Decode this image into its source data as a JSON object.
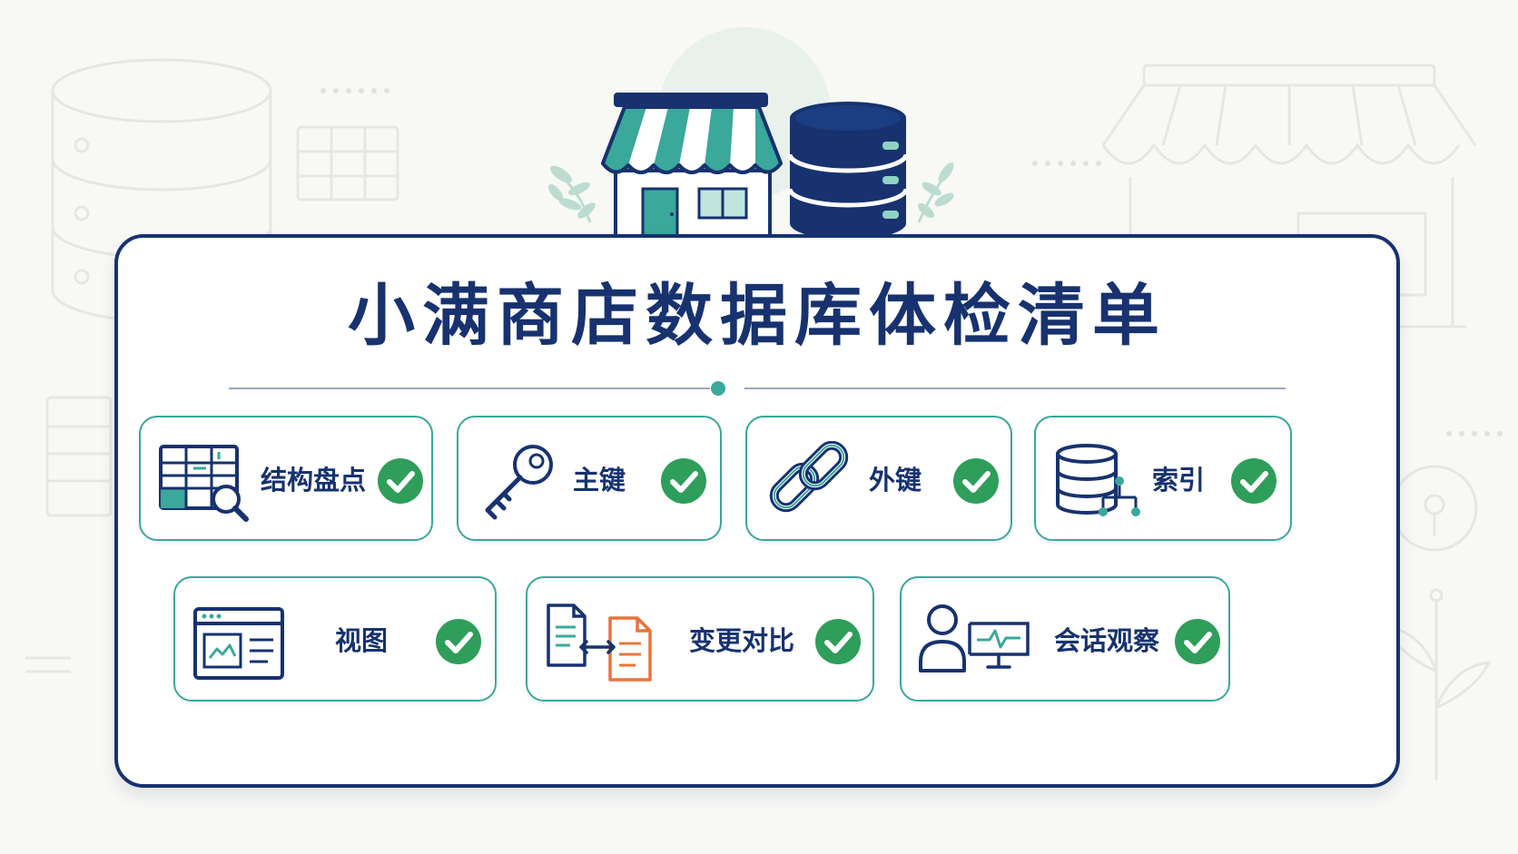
{
  "title": "小满商店数据库体检清单",
  "colors": {
    "navy": "#17326f",
    "teal": "#3aa89a",
    "check_green": "#2e9e5a",
    "orange": "#e8743b",
    "background": "#f8f8f5"
  },
  "header_illustration": {
    "icons": [
      "storefront-icon",
      "database-icon",
      "leaf-sprig-icon"
    ]
  },
  "checklist": [
    {
      "label": "结构盘点",
      "icon": "table-search-icon",
      "checked": true
    },
    {
      "label": "主键",
      "icon": "key-icon",
      "checked": true
    },
    {
      "label": "外键",
      "icon": "chain-link-icon",
      "checked": true
    },
    {
      "label": "索引",
      "icon": "database-index-icon",
      "checked": true
    },
    {
      "label": "视图",
      "icon": "browser-window-chart-icon",
      "checked": true
    },
    {
      "label": "变更对比",
      "icon": "document-compare-icon",
      "checked": true
    },
    {
      "label": "会话观察",
      "icon": "user-monitor-icon",
      "checked": true
    }
  ]
}
